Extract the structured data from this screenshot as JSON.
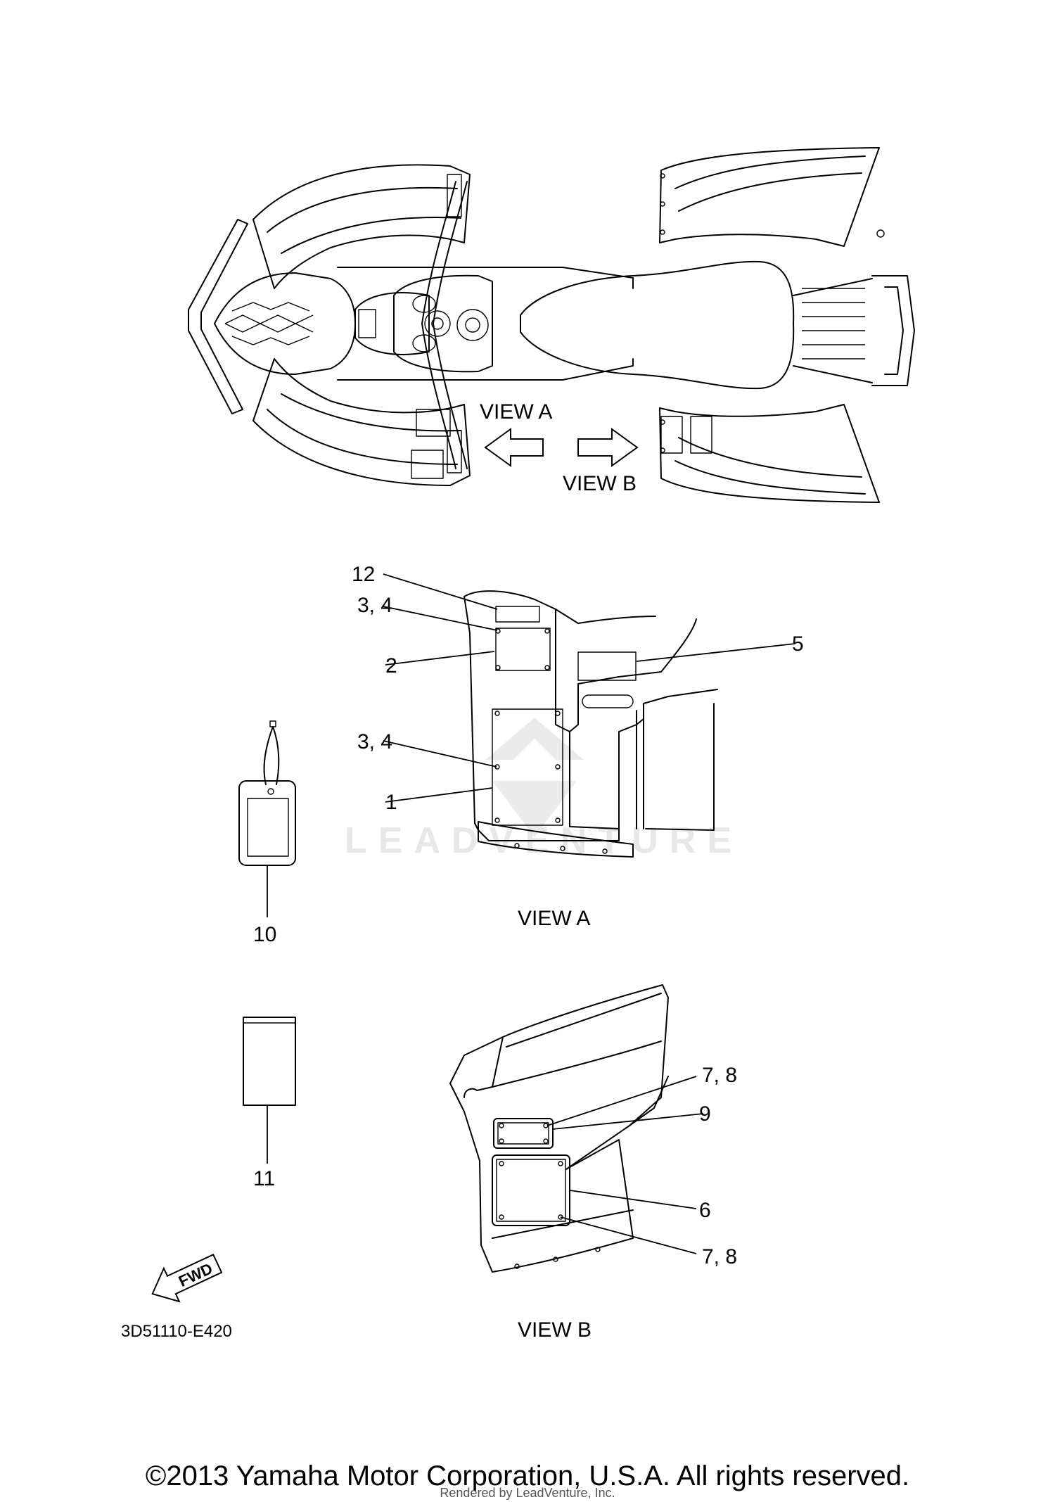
{
  "views": {
    "view_a_top": "VIEW A",
    "view_b_top": "VIEW B",
    "view_a_caption": "VIEW A",
    "view_b_caption": "VIEW B"
  },
  "callouts": {
    "c1": "1",
    "c2": "2",
    "c3_4_top": "3, 4",
    "c3_4_mid": "3, 4",
    "c5": "5",
    "c6": "6",
    "c7_8_top": "7, 8",
    "c7_8_bottom": "7, 8",
    "c9": "9",
    "c10": "10",
    "c11": "11",
    "c12": "12"
  },
  "fwd_label": "FWD",
  "diagram_code": "3D51110-E420",
  "watermark": "LEADVENTURE",
  "copyright": "©2013 Yamaha Motor Corporation, U.S.A. All rights reserved.",
  "rendered_by": "Rendered by LeadVenture, Inc."
}
